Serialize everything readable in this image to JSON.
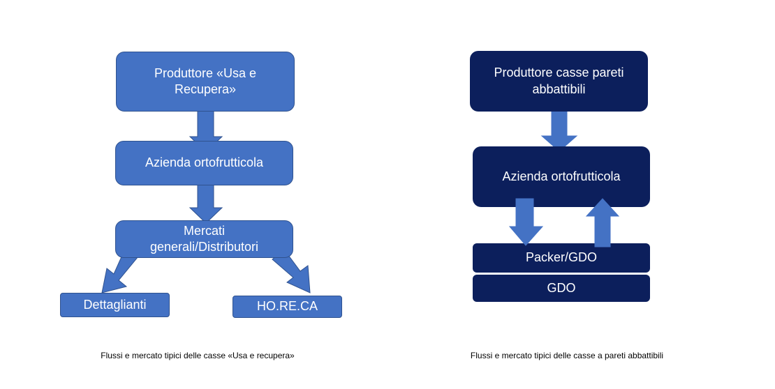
{
  "left_diagram": {
    "nodes": {
      "producer": "Produttore «Usa e Recupera»",
      "farm": "Azienda ortofrutticola",
      "markets": "Mercati generali/Distributori",
      "retailers": "Dettaglianti",
      "horeca": "HO.RE.CA"
    },
    "caption": "Flussi e mercato tipici delle casse «Usa e recupera»"
  },
  "right_diagram": {
    "nodes": {
      "producer": "Produttore casse pareti abbattibili",
      "farm": "Azienda ortofrutticola",
      "packer": "Packer/GDO",
      "gdo": "GDO"
    },
    "caption": "Flussi e mercato tipici delle casse a pareti abbattibili"
  },
  "colors": {
    "left_fill": "#4472c4",
    "right_fill": "#0c1f5c",
    "arrow": "#4472c4"
  }
}
